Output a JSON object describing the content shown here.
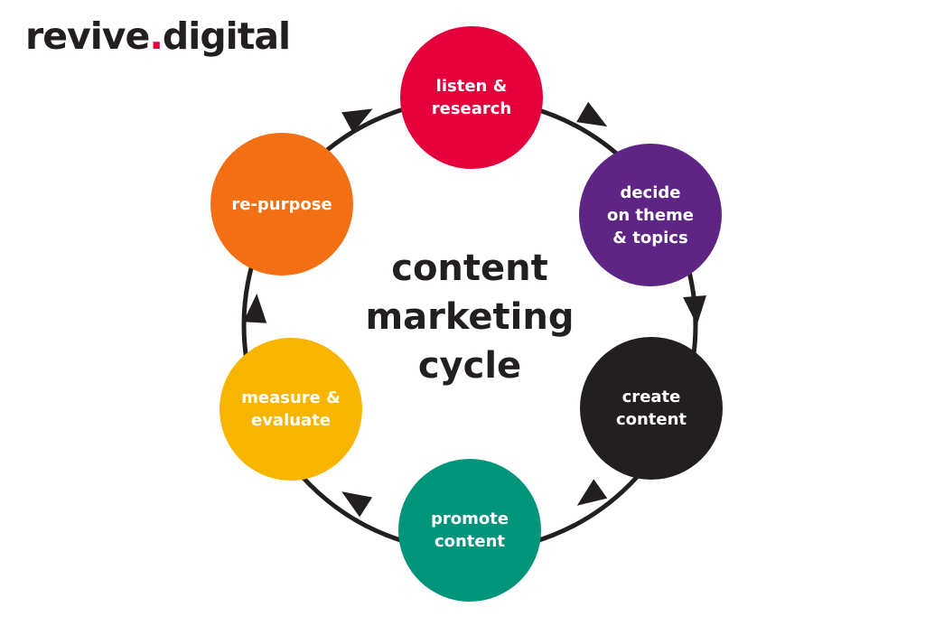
{
  "logo": {
    "word1": "revive",
    "dot": ".",
    "word2": "digital"
  },
  "center_title": "content\nmarketing\ncycle",
  "steps": [
    {
      "label": "listen &\nresearch",
      "color": "#e4003a"
    },
    {
      "label": "decide\non theme\n& topics",
      "color": "#5e2584"
    },
    {
      "label": "create\ncontent",
      "color": "#231f20"
    },
    {
      "label": "promote\ncontent",
      "color": "#00957a"
    },
    {
      "label": "measure &\nevaluate",
      "color": "#f7b500"
    },
    {
      "label": "re-purpose",
      "color": "#f36f14"
    }
  ],
  "colors": {
    "ring": "#231f20",
    "text_dark": "#231f20",
    "accent": "#e4003a"
  }
}
